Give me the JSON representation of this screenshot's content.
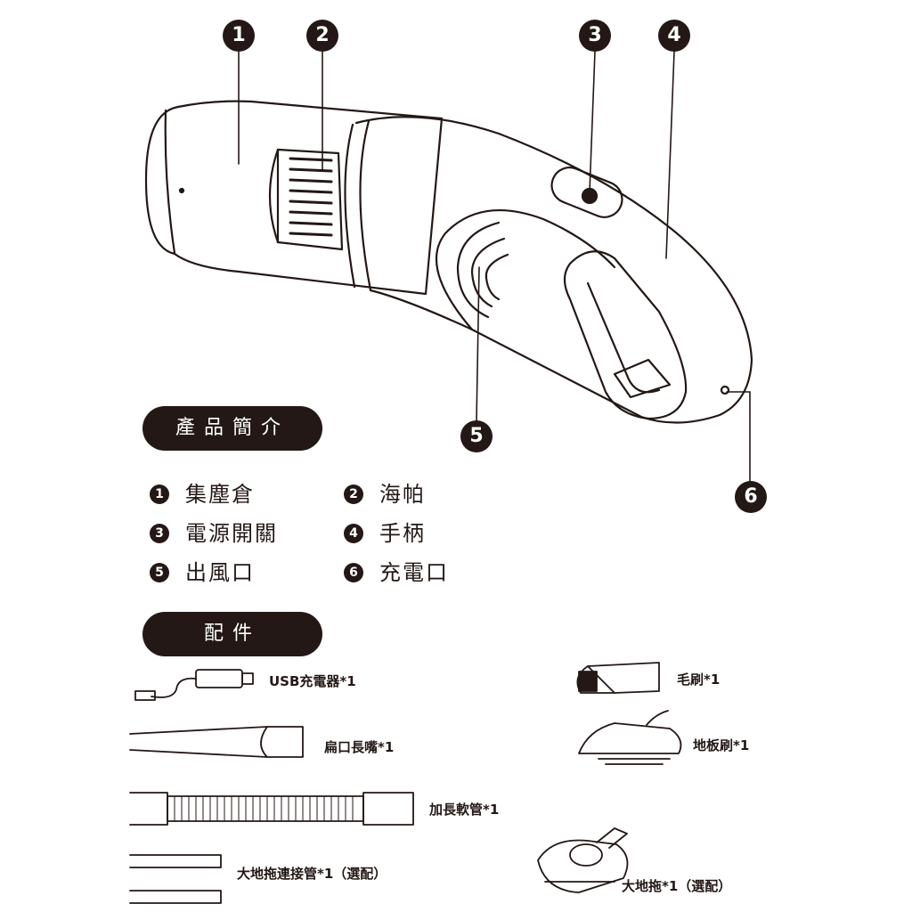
{
  "markers": [
    "1",
    "2",
    "3",
    "4",
    "5",
    "6"
  ],
  "sections": {
    "intro": "產品簡介",
    "accessories": "配件"
  },
  "parts": [
    {
      "num": "1",
      "label": "集塵倉"
    },
    {
      "num": "2",
      "label": "海帕"
    },
    {
      "num": "3",
      "label": "電源開關"
    },
    {
      "num": "4",
      "label": "手柄"
    },
    {
      "num": "5",
      "label": "出風口"
    },
    {
      "num": "6",
      "label": "充電口"
    }
  ],
  "accessories": [
    {
      "label": "USB充電器*1"
    },
    {
      "label": "扁口長嘴*1"
    },
    {
      "label": "加長軟管*1"
    },
    {
      "label": "大地拖連接管*1（選配）"
    },
    {
      "label": "毛刷*1"
    },
    {
      "label": "地板刷*1"
    },
    {
      "label": "大地拖*1（選配）"
    }
  ],
  "colors": {
    "ink": "#231815",
    "paper": "#ffffff"
  }
}
